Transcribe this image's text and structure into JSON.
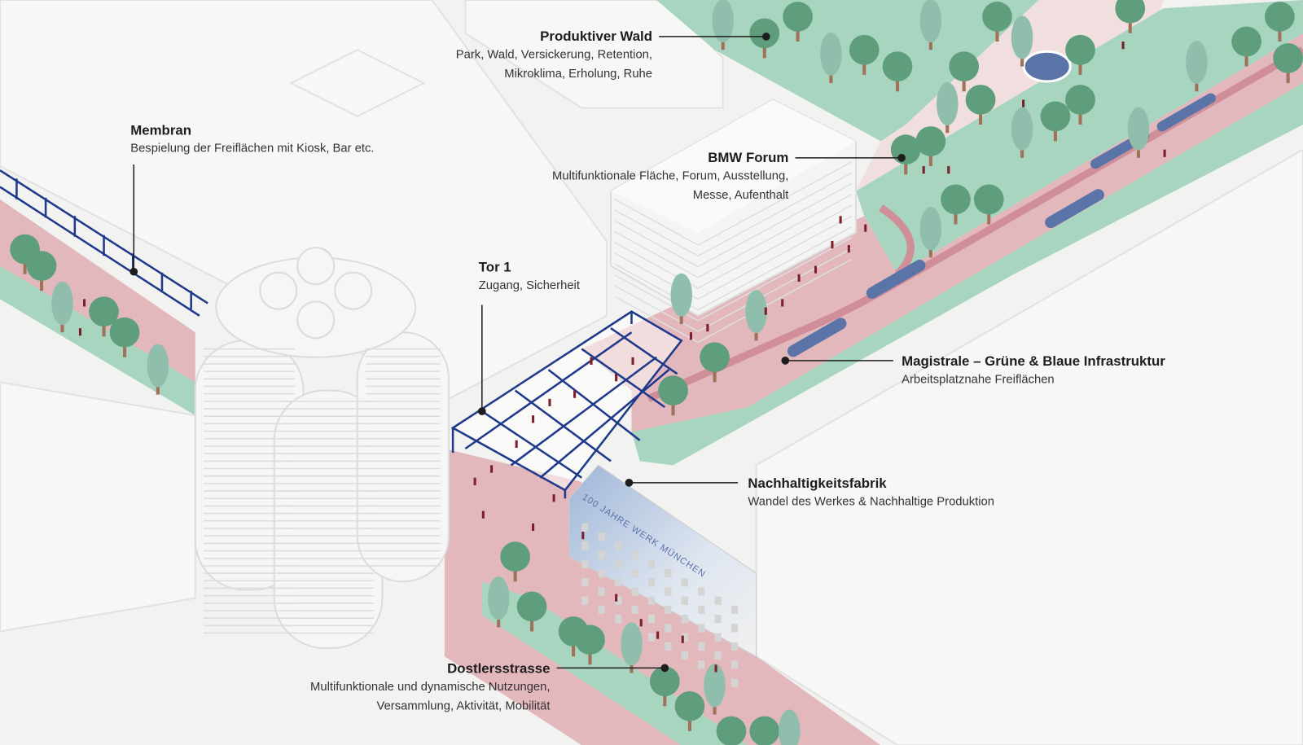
{
  "annotations": {
    "produktiver_wald": {
      "title": "Produktiver Wald",
      "line1": "Park, Wald,  Versickerung, Retention,",
      "line2": "Mikroklima, Erholung, Ruhe"
    },
    "membran": {
      "title": "Membran",
      "line1": "Bespielung der Freiflächen mit Kiosk, Bar etc."
    },
    "bmw_forum": {
      "title": "BMW Forum",
      "line1": "Multifunktionale Fläche, Forum, Ausstellung,",
      "line2": "Messe, Aufenthalt"
    },
    "tor1": {
      "title": "Tor 1",
      "line1": "Zugang, Sicherheit"
    },
    "magistrale": {
      "title": "Magistrale – Grüne & Blaue Infrastruktur",
      "line1": "Arbeitsplatznahe Freiflächen"
    },
    "nachhaltigkeitsfabrik": {
      "title": "Nachhaltigkeitsfabrik",
      "line1": "Wandel des Werkes & Nachhaltige Produktion"
    },
    "dostlersstrasse": {
      "title": "Dostlersstrasse",
      "line1": "Multifunktionale und dynamische Nutzungen,",
      "line2": "Versammlung, Aktivität, Mobilität"
    }
  },
  "building_sign": "100 JAHRE WERK MÜNCHEN",
  "colors": {
    "road": "#e3b8bd",
    "green": "#a8d5c0",
    "tree": "#5f9e7d",
    "trunk": "#a0725a",
    "canopy": "#1f3a8a",
    "water": "#5a74a8",
    "people": "#7a1f2b"
  }
}
